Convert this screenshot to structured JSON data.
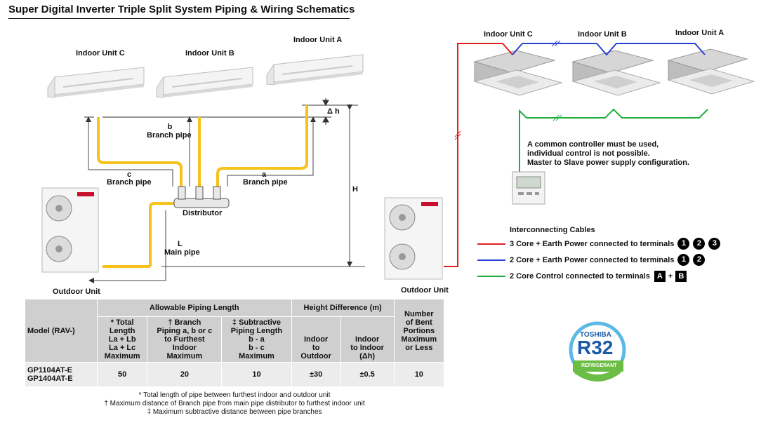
{
  "title": "Super Digital Inverter Triple  Split System Piping & Wiring Schematics",
  "piping": {
    "indoor_c": "Indoor Unit C",
    "indoor_b": "Indoor Unit B",
    "indoor_a": "Indoor Unit A",
    "delta_h": "Δ h",
    "b_letter": "b",
    "b_branch": "Branch pipe",
    "c_letter": "c",
    "c_branch": "Branch pipe",
    "a_letter": "a",
    "a_branch": "Branch pipe",
    "h_letter": "H",
    "distributor": "Distributor",
    "l_letter": "L",
    "main_pipe": "Main pipe",
    "outdoor": "Outdoor Unit"
  },
  "wiring": {
    "indoor_c": "Indoor Unit C",
    "indoor_b": "Indoor Unit B",
    "indoor_a": "Indoor Unit A",
    "note_line1": "A common controller must be used,",
    "note_line2": "individual control is not possible.",
    "note_line3": "Master to Slave power supply configuration.",
    "outdoor": "Outdoor Unit"
  },
  "legend": {
    "title": "Interconnecting Cables",
    "rows": [
      {
        "text": "3 Core + Earth Power connected to terminals",
        "color": "#e02020",
        "marks": [
          "1",
          "2",
          "3"
        ]
      },
      {
        "text": "2 Core + Earth Power connected to terminals",
        "color": "#2a3fd6",
        "marks": [
          "1",
          "2"
        ]
      },
      {
        "text": "2 Core Control connected to terminals",
        "color": "#1fae3a",
        "marks": [
          "A",
          "+",
          "B"
        ]
      }
    ]
  },
  "table": {
    "group1": "Allowable Piping Length",
    "group2": "Height Difference (m)",
    "headers": [
      "Model (RAV-)",
      "* Total\nLength\nLa + Lb\nLa + Lc\nMaximum",
      "† Branch\nPiping a, b or c\nto Furthest\nIndoor\nMaximum",
      "‡ Subtractive\nPiping Length\nb - a\nb - c\nMaximum",
      "Indoor\nto\nOutdoor",
      "Indoor\nto Indoor\n(Δh)",
      "Number\nof Bent\nPortions\nMaximum\nor Less"
    ],
    "row": {
      "model": "GP1104AT-E\nGP1404AT-E",
      "total": "50",
      "branch": "20",
      "subtractive": "10",
      "indoor_outdoor": "±30",
      "indoor_indoor": "±0.5",
      "bends": "10"
    }
  },
  "footnotes": [
    "* Total length of pipe between furthest indoor and outdoor unit",
    "† Maximum distance of Branch pipe from main pipe distributor to furthest indoor unit",
    "‡ Maximum subtractive distance between pipe branches"
  ],
  "badge": {
    "brand": "TOSHIBA",
    "model": "R32",
    "label": "REFRIGERANT"
  },
  "colors": {
    "pipe": "#f5c21b",
    "power3": "#e02020",
    "power2": "#2a3fd6",
    "control": "#1fae3a",
    "table_head": "#cfcfcf",
    "table_body": "#ececec"
  }
}
